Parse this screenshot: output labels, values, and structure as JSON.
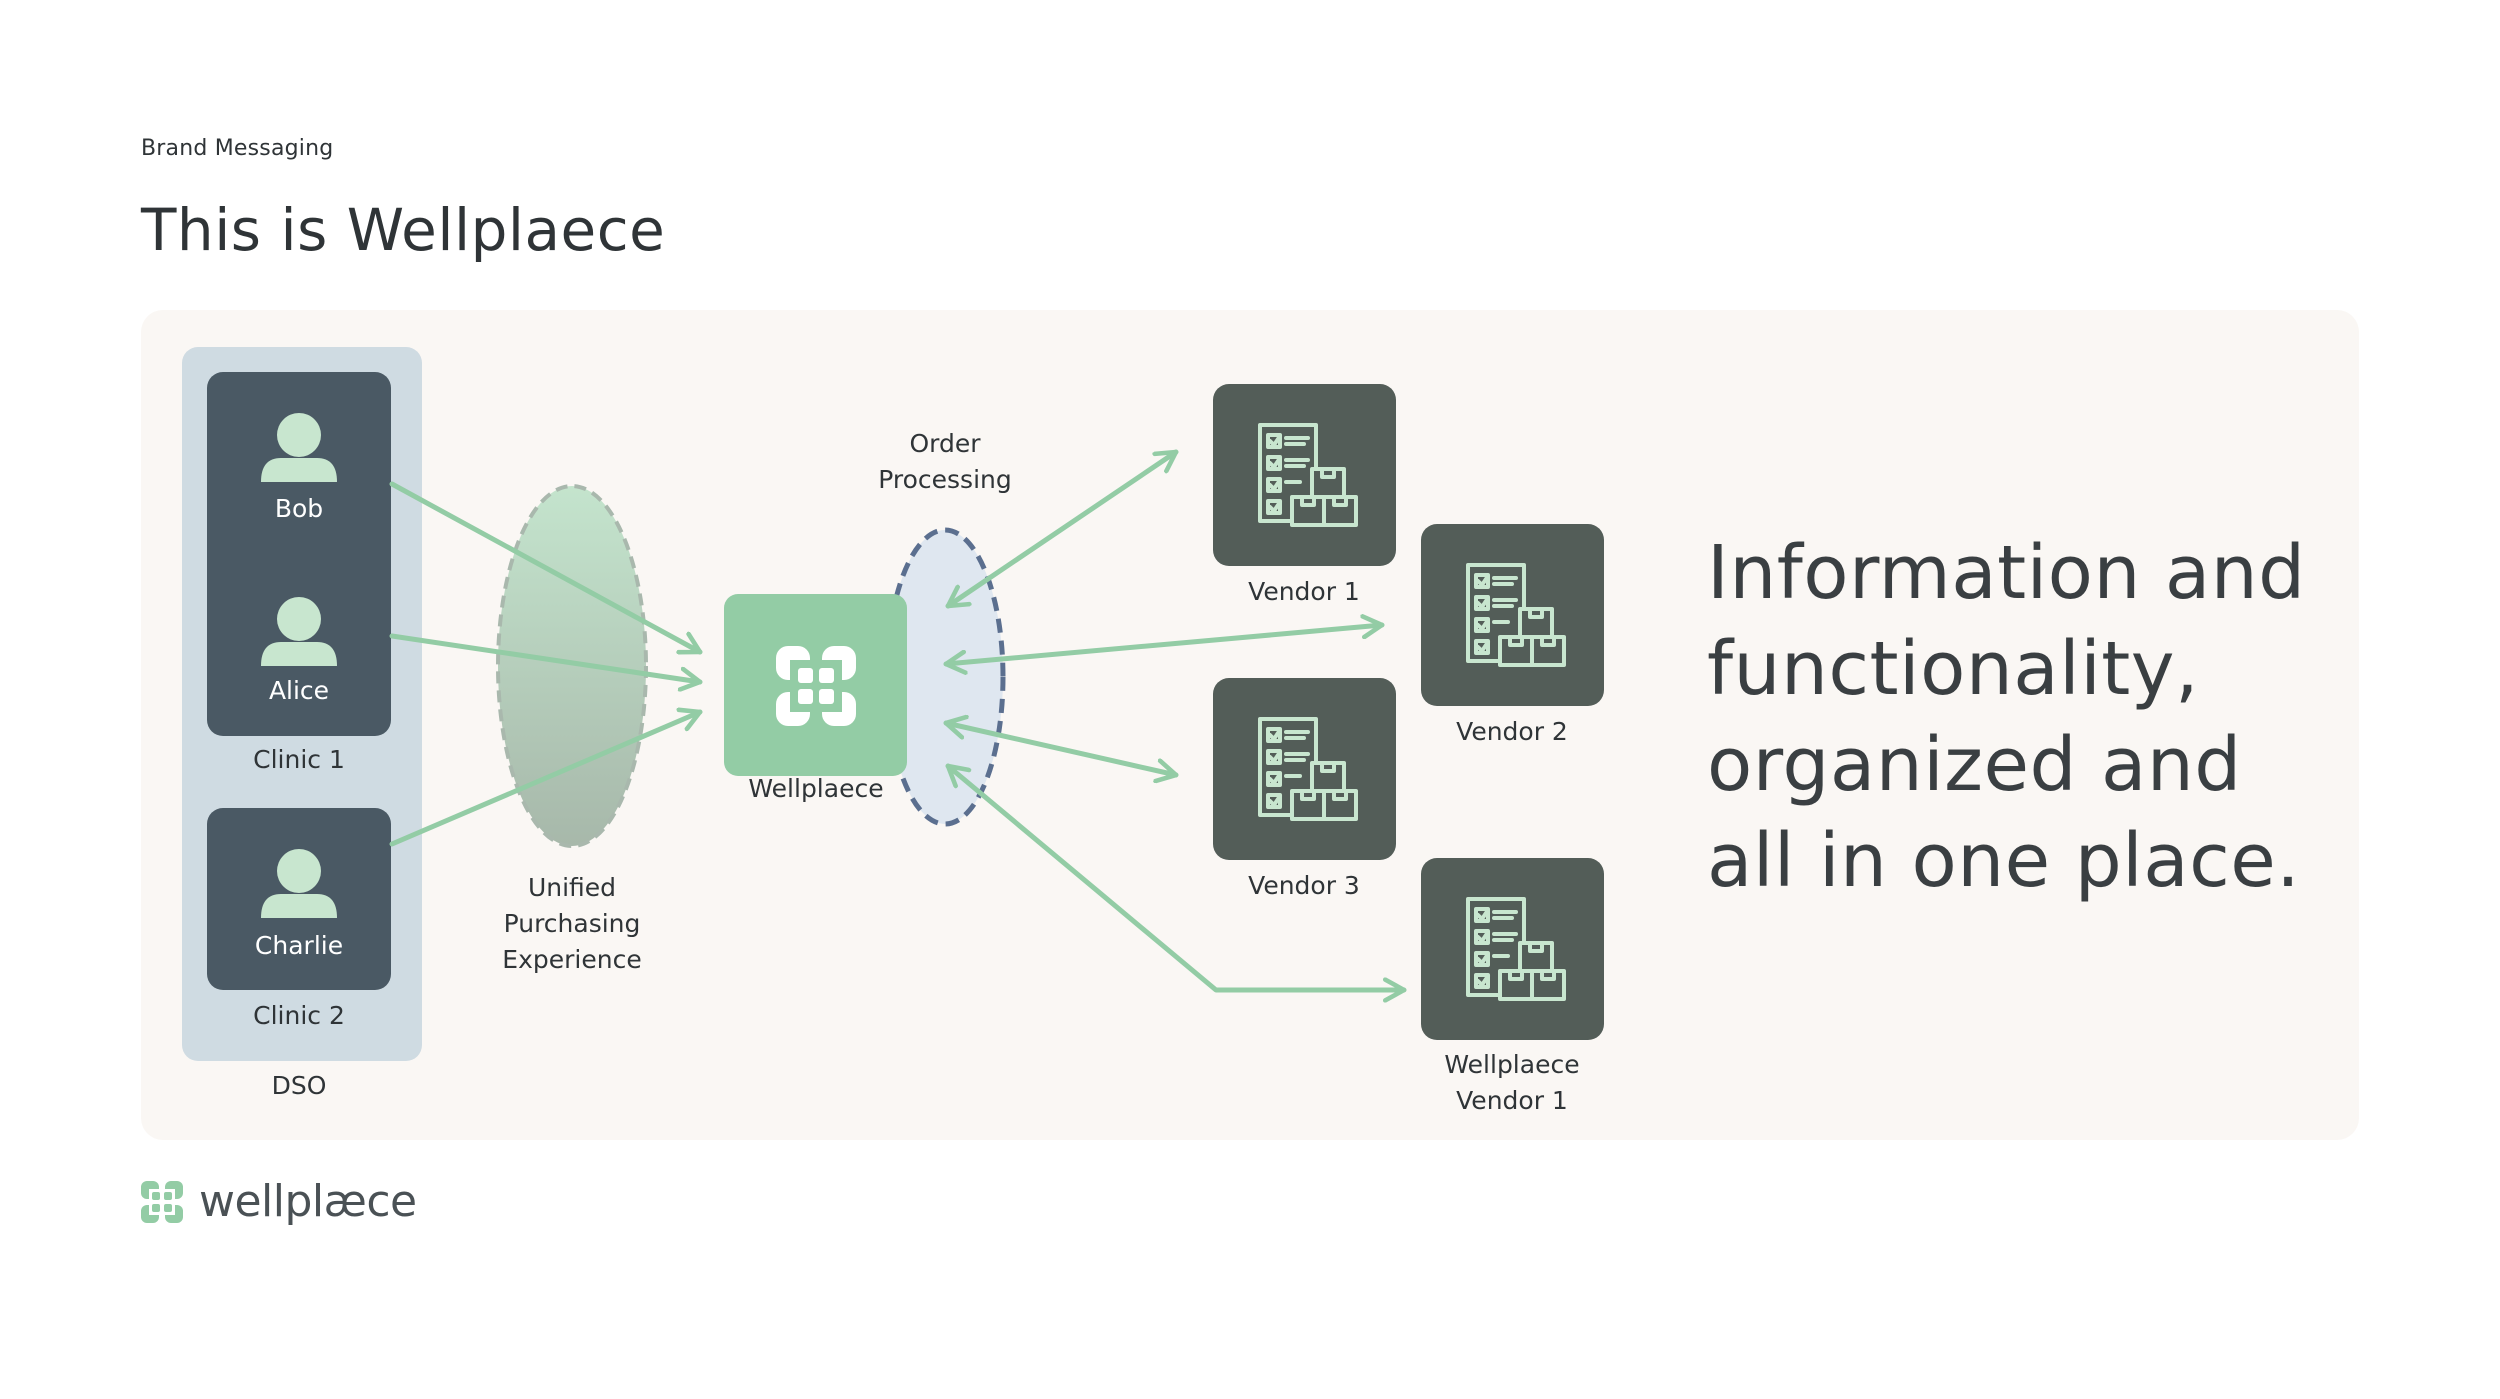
{
  "header": {
    "eyebrow": "Brand Messaging",
    "title": "This is Wellplaece"
  },
  "diagram": {
    "dso_label": "DSO",
    "clinics": [
      {
        "label": "Clinic 1",
        "people": [
          "Bob",
          "Alice"
        ]
      },
      {
        "label": "Clinic 2",
        "people": [
          "Charlie"
        ]
      }
    ],
    "unified_label": [
      "Unified",
      "Purchasing",
      "Experience"
    ],
    "wellplaece_label": "Wellplaece",
    "order_label": [
      "Order",
      "Processing"
    ],
    "vendors": [
      "Vendor 1",
      "Vendor 2",
      "Vendor 3"
    ],
    "wellplaece_vendor_label": [
      "Wellplaece",
      "Vendor 1"
    ]
  },
  "headline": [
    "Information and",
    "functionality,",
    "organized and",
    "all in one place."
  ],
  "brand": {
    "name": "wellplæce"
  },
  "colors": {
    "person_card": "#4a5964",
    "dso_bg": "#cfdbe2",
    "wellplaece_green": "#93cca5",
    "arrow_green": "#93cca5",
    "vendor_card": "#535d58",
    "order_ellipse_fill": "#dfe7f0",
    "order_ellipse_stroke": "#5b6f8f",
    "panel_bg": "#faf7f4"
  }
}
